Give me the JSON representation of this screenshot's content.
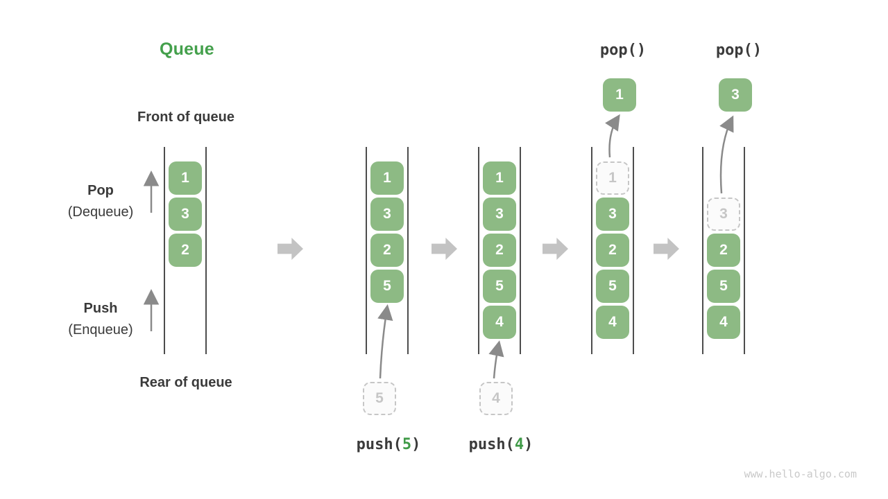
{
  "title": "Queue",
  "labels": {
    "front": "Front of queue",
    "rear": "Rear of queue",
    "pop": "Pop",
    "pop_sub": "(Dequeue)",
    "push": "Push",
    "push_sub": "(Enqueue)"
  },
  "watermark": "www.hello-algo.com",
  "colors": {
    "box_green": "#8dba84",
    "title_green": "#44a04c",
    "op_arg_green": "#3f9a47",
    "dark_text": "#3b3b3b",
    "block_arrow_gray": "#c3c3c3",
    "thin_arrow_gray": "#8a8a8a",
    "ghost_gray": "#c6c6c6",
    "column_line_gray": "#4d4d4d",
    "watermark_gray": "#c9c9c9"
  },
  "states": [
    {
      "items": [
        {
          "value": "1",
          "slot": 0
        },
        {
          "value": "3",
          "slot": 1
        },
        {
          "value": "2",
          "slot": 2
        }
      ]
    },
    {
      "op": {
        "prefix": "push(",
        "arg": "5",
        "suffix": ")"
      },
      "incoming": "5",
      "items": [
        {
          "value": "1",
          "slot": 0
        },
        {
          "value": "3",
          "slot": 1
        },
        {
          "value": "2",
          "slot": 2
        },
        {
          "value": "5",
          "slot": 3
        }
      ]
    },
    {
      "op": {
        "prefix": "push(",
        "arg": "4",
        "suffix": ")"
      },
      "incoming": "4",
      "items": [
        {
          "value": "1",
          "slot": 0
        },
        {
          "value": "3",
          "slot": 1
        },
        {
          "value": "2",
          "slot": 2
        },
        {
          "value": "5",
          "slot": 3
        },
        {
          "value": "4",
          "slot": 4
        }
      ]
    },
    {
      "op": {
        "prefix": "pop()",
        "arg": "",
        "suffix": ""
      },
      "popped": "1",
      "items": [
        {
          "value": "1",
          "slot": 0,
          "ghost": true
        },
        {
          "value": "3",
          "slot": 1
        },
        {
          "value": "2",
          "slot": 2
        },
        {
          "value": "5",
          "slot": 3
        },
        {
          "value": "4",
          "slot": 4
        }
      ]
    },
    {
      "op": {
        "prefix": "pop()",
        "arg": "",
        "suffix": ""
      },
      "popped": "3",
      "items": [
        {
          "value": "3",
          "slot": 1,
          "ghost": true
        },
        {
          "value": "2",
          "slot": 2
        },
        {
          "value": "5",
          "slot": 3
        },
        {
          "value": "4",
          "slot": 4
        }
      ]
    }
  ]
}
